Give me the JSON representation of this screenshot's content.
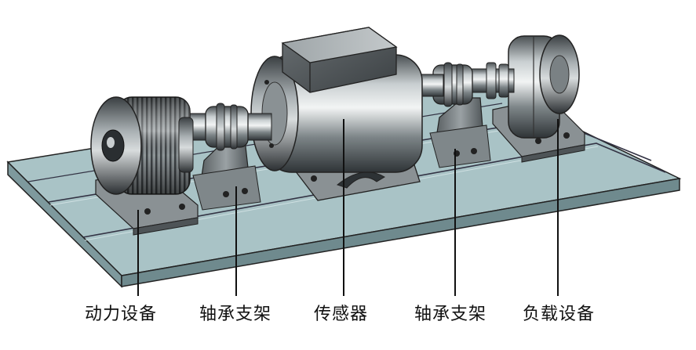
{
  "labels": {
    "power_device": "动力设备",
    "bearing_support_left": "轴承支架",
    "sensor": "传感器",
    "bearing_support_right": "轴承支架",
    "load_device": "负载设备"
  },
  "colors": {
    "base_top": "#a9c3c6",
    "base_side": "#6f8a8e",
    "metal_dark": "#3c4144",
    "metal_mid": "#8c9396",
    "metal_light": "#dfe3e4",
    "leader_line": "#111111"
  }
}
